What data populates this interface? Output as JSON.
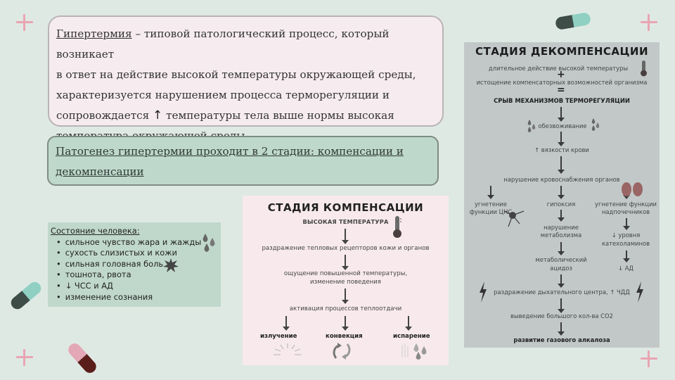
{
  "definition": {
    "term": "Гипертермия",
    "line1": " – типовой патологический процесс, который возникает",
    "line2": "в ответ на действие высокой температуры окружающей среды,",
    "line3": "характеризуется нарушением процесса терморегуляции и",
    "line4a": "сопровождается",
    "arrow": "↑",
    "line4b": " температуры тела выше нормы высокая",
    "line5": "температура окружающей среды"
  },
  "pathogenesis": {
    "line1": "Патогенез гипертермии проходит в 2 стадии: компенсации и",
    "line2": "декомпенсации"
  },
  "state": {
    "title": "Состояние человека:",
    "items": [
      "сильное чувство жара и жажды",
      "сухость слизистых и кожи",
      "сильная головная боль",
      "тошнота, рвота",
      "↓ ЧСС и АД",
      "изменение сознания"
    ]
  },
  "compensation": {
    "title": "СТАДИЯ КОМПЕНСАЦИИ",
    "step1": "ВЫСОКАЯ ТЕМПЕРАТУРА",
    "step2": "раздражение тепловых рецепторов кожи и органов",
    "step3a": "ощущение повышенной температуры,",
    "step3b": "изменение поведения",
    "step4": "активация процессов теплоотдачи",
    "out1": "излучение",
    "out2": "конвекция",
    "out3": "испарение"
  },
  "decompensation": {
    "title": "СТАДИЯ ДЕКОМПЕНСАЦИИ",
    "l1": "длительное действие высокой температуры",
    "plus": "+",
    "l2": "истощение компенсаторных возможностей организма",
    "eq": "=",
    "l3": "СРЫВ МЕХАНИЗМОВ ТЕРМОРЕГУЛЯЦИИ",
    "l4": "обезвоживание",
    "l5": "↑ вязкости крови",
    "l6": "нарушение кровоснабжения органов",
    "c1a": "угнетение",
    "c1b": "функции ЦНС",
    "c2": "гипоксия",
    "c3a": "угнетение функции",
    "c3b": "надпочечников",
    "m1a": "нарушение",
    "m1b": "метаболизма",
    "m2a": "↓ уровня",
    "m2b": "катехоламинов",
    "m3a": "метаболический",
    "m3b": "ацидоз",
    "m4": "↓ АД",
    "r1": "раздражение дыхательного центра, ↑ ЧДД",
    "r2": "выведение большого кол-ва СО2",
    "r3": "развитие газового алкалоза"
  },
  "colors": {
    "background": "#dfe9e4",
    "cross": "#e9a5b2",
    "definition_bg": "#f6ecef",
    "pathogenesis_bg": "#bed8cc",
    "compensation_bg": "#f8eaec",
    "decompensation_bg": "#c2c8c8"
  }
}
